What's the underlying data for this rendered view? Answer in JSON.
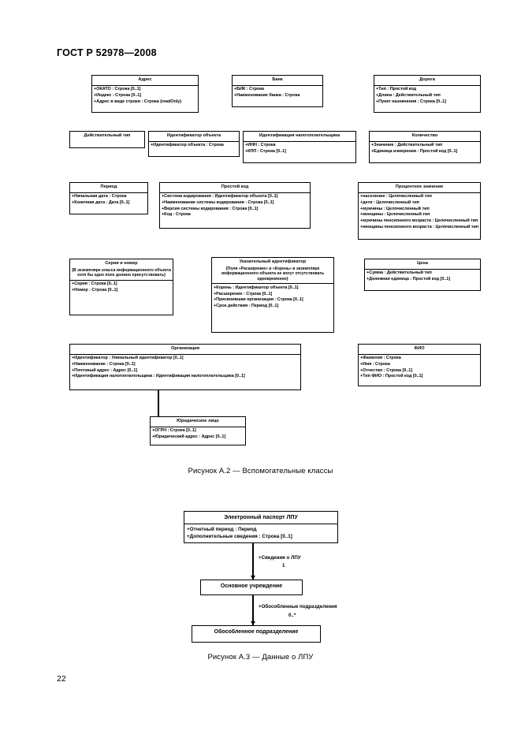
{
  "document": {
    "standard_header": "ГОСТ Р 52978—2008",
    "page_number": "22"
  },
  "figures": [
    {
      "caption": "Рисунок А.2 — Вспомогательные классы"
    },
    {
      "caption": "Рисунок А.3 — Данные о ЛПУ"
    }
  ],
  "figure_a2": {
    "classes": {
      "adres": {
        "name": "Адрес",
        "attributes": [
          "+ОКАТО : Строка [0..1]",
          "+Индекс : Строка [0..1]",
          "+Адрес в виде строки : Строка (readOnly)"
        ]
      },
      "bank": {
        "name": "Банк",
        "attributes": [
          "+БИК : Строка",
          "+Наименование банка : Строка"
        ]
      },
      "doroga": {
        "name": "Дорога",
        "attributes": [
          "+Тип : Простой код",
          "+Длина : Действительный тип",
          "+Пункт назначения : Строка [0..1]"
        ]
      },
      "deistvitelnyi_tip": {
        "name": "Действительный тип",
        "attributes": []
      },
      "identifikator_obekta": {
        "name": "Идентификатор объекта",
        "attributes": [
          "+Идентификатор объекта : Строка"
        ]
      },
      "identifikaciya_nalogoplatelshchika": {
        "name": "Идентификация налогоплательщика",
        "attributes": [
          "+ИНН : Строка",
          "+КПП : Строка [0..1]"
        ]
      },
      "kolichestvo": {
        "name": "Количество",
        "attributes": [
          "+Значение : Действительный тип",
          "+Единица измерения : Простой код [0..1]"
        ]
      },
      "period": {
        "name": "Период",
        "attributes": [
          "+Начальная дата : Строка",
          "+Конечная дата : Дата [0..1]"
        ]
      },
      "prostoy_kod": {
        "name": "Простой код",
        "attributes": [
          "+Система кодирования : Идентификатор объекта [0..1]",
          "+Наименование системы кодирования : Строка [0..1]",
          "+Версия системы кодирования : Строка [0..1]",
          "+Код : Строка"
        ]
      },
      "procentnoe_znachenie": {
        "name": "Процентное значение",
        "attributes": [
          "+население : Целочисленный тип",
          "+дети : Целочисленный тип",
          "+мужчины : Целочисленный тип",
          "+женщины : Целочисленный тип",
          "+мужчины пенсионного возраста : Целочисленный тип",
          "+женщины пенсионного возраста : Целочисленный тип"
        ]
      },
      "seria_i_nomer": {
        "name": "Серия и номер",
        "note": "{В экземпляре класса информационного объекта хотя бы одно поле должно присутствовать}",
        "attributes": [
          "+Серия : Строка [0..1]",
          "+Номер : Строка [0..1]"
        ]
      },
      "ukazatelnyi_identifikator": {
        "name": "Указательный идентификатор",
        "note": "{Поля «Расширение» и «Корень» в экземпляре информационного объекта не могут отсутствовать одновременно}",
        "attributes": [
          "+Корень : Идентификатор объекта [0..1]",
          "+Расширение : Строка [0..1]",
          "+Присвоившая организация : Строка [0..1]",
          "+Срок действия : Период [0..1]"
        ]
      },
      "cena": {
        "name": "Цена",
        "attributes": [
          "+Сумма : Действительный тип",
          "+Денежная единица : Простой код [0..1]"
        ]
      },
      "organizacia": {
        "name": "Организация",
        "attributes": [
          "+Идентификатор : Уникальный идентификатор [0..1]",
          "+Наименование : Строка [0..1]",
          "+Почтовый адрес : Адрес [0..1]",
          "+Идентификация налогоплательщика : Идентификация налогоплательщика [0..1]"
        ]
      },
      "fio": {
        "name": "ФИО",
        "attributes": [
          "+Фамилия : Строка",
          "+Имя : Строка",
          "+Отчество : Строка [0..1]",
          "+Тип ФИО : Простой код [0..1]"
        ]
      },
      "yuridicheskoe_lico": {
        "name": "Юридическое лицо",
        "attributes": [
          "+ОГРН : Строка [0..1]",
          "+Юридический адрес : Адрес [0..1]"
        ]
      }
    }
  },
  "figure_a3": {
    "classes": {
      "pasport": {
        "name": "Электронный паспорт ЛПУ",
        "attributes": [
          "+Отчетный период : Период",
          "+Дополнительные сведения : Строка [0..1]"
        ]
      },
      "uchrezhdenie": {
        "name": "Основное учреждение"
      },
      "podrazdelenie": {
        "name": "Обособленное подразделение"
      }
    },
    "associations": [
      {
        "role": "+Сведения о ЛПУ",
        "multiplicity": "1"
      },
      {
        "role": "+Обособленные подразделения",
        "multiplicity": "0..*"
      }
    ]
  }
}
